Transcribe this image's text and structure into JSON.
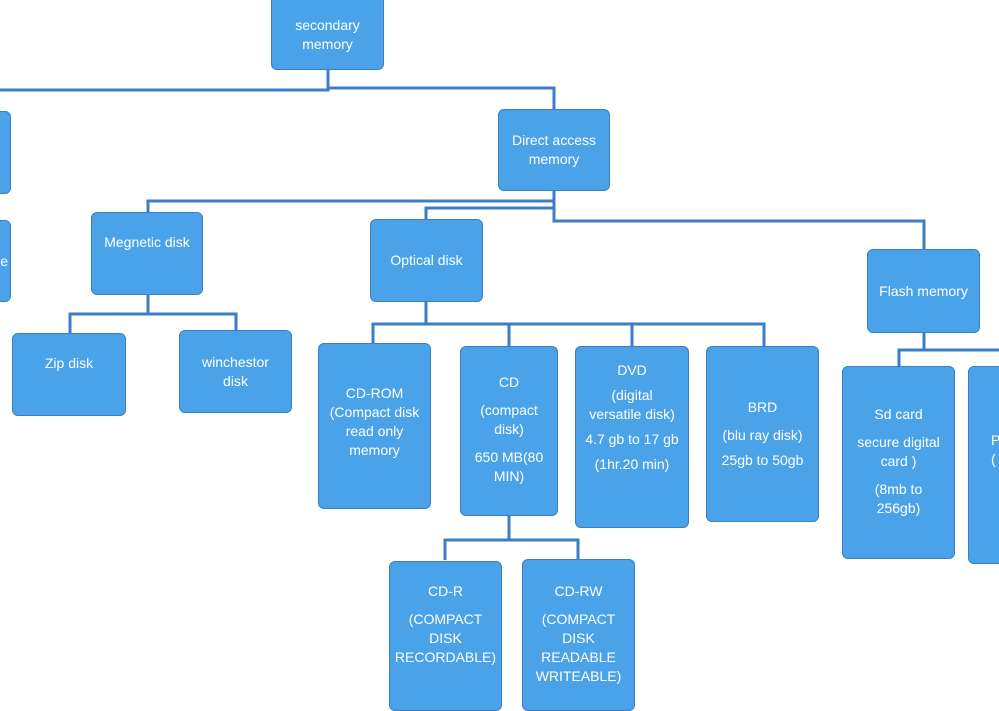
{
  "colors": {
    "node_fill": "#4aa3e8",
    "node_border": "#3b7ec4",
    "connector": "#3b7ec4",
    "text": "#ffffff"
  },
  "nodes": {
    "secondary_memory": [
      "secondary",
      "memory"
    ],
    "direct_access_memory": [
      "Direct access",
      "memory"
    ],
    "magnetic_disk": [
      "Megnetic disk"
    ],
    "optical_disk": [
      "Optical disk"
    ],
    "flash_memory": [
      "Flash memory"
    ],
    "zip_disk": [
      "Zip disk"
    ],
    "winchestor_disk": [
      "winchestor",
      "disk"
    ],
    "cd_rom": [
      "CD-ROM",
      "(Compact disk",
      "read only",
      "memory"
    ],
    "cd": {
      "title": "CD",
      "desc": [
        "(compact",
        "disk)"
      ],
      "capacity": [
        "650 MB(80",
        "MIN)"
      ]
    },
    "dvd": {
      "title": "DVD",
      "desc": [
        "(digital",
        "versatile disk)"
      ],
      "capacity": "4.7 gb to 17 gb",
      "duration": "(1hr.20 min)"
    },
    "brd": {
      "title": "BRD",
      "desc": "(blu ray disk)",
      "capacity": "25gb to 50gb"
    },
    "sd_card": {
      "title": "Sd card",
      "desc": [
        "secure digital",
        "card )"
      ],
      "capacity": [
        "(8mb to",
        "256gb)"
      ]
    },
    "cd_r": {
      "title": "CD-R",
      "desc": [
        "(COMPACT",
        "DISK",
        "RECORDABLE)"
      ]
    },
    "cd_rw": {
      "title": "CD-RW",
      "desc": [
        "(COMPACT",
        "DISK",
        "READABLE",
        "WRITEABLE)"
      ]
    },
    "partial_right": [
      "P",
      "("
    ],
    "partial_left": [
      "e"
    ]
  }
}
